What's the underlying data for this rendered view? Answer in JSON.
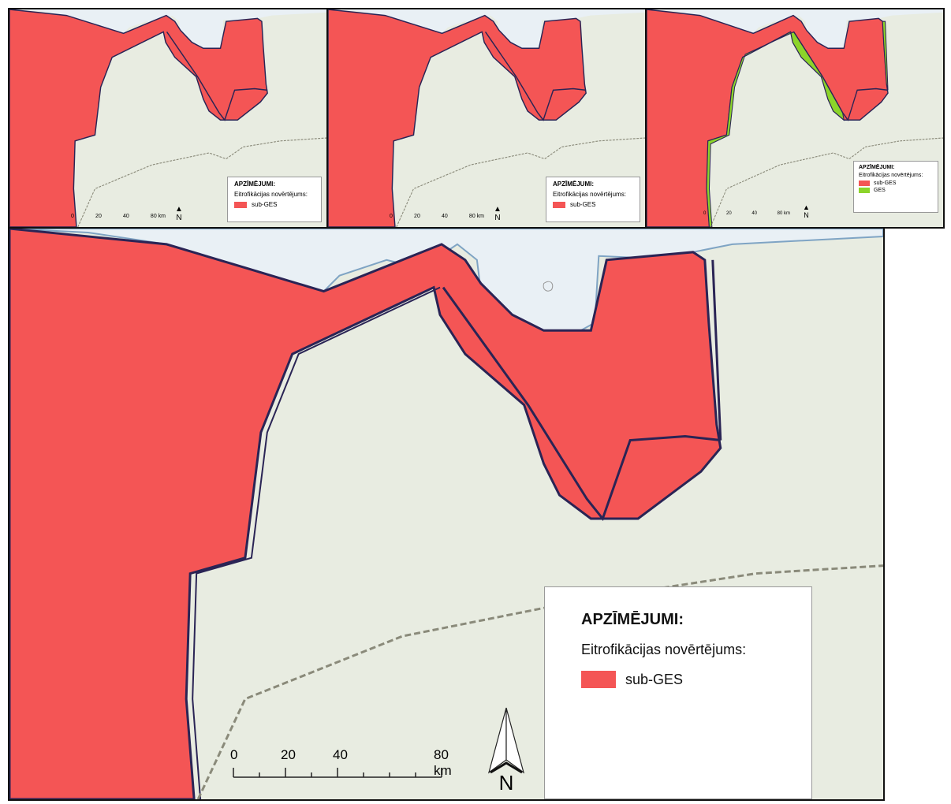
{
  "legend": {
    "title": "APZĪMĒJUMI:",
    "subtitle": "Eitrofikācijas novērtējums:",
    "item_sub_ges": "sub-GES",
    "item_ges": "GES"
  },
  "scale_bar": {
    "labels": [
      "0",
      "20",
      "40",
      "80 km"
    ]
  },
  "north_arrow": {
    "label": "N"
  },
  "colors": {
    "land": "#e8ece1",
    "sea": "#e9f0f5",
    "sub_ges": "#f45555",
    "ges": "#8cd42a",
    "outline": "#2a2455",
    "border_line": "#8a8a7a",
    "coast": "#7fa4c4"
  },
  "panels": [
    {
      "id": "panel-1",
      "legend_items": [
        "sub-GES"
      ]
    },
    {
      "id": "panel-2",
      "legend_items": [
        "sub-GES"
      ]
    },
    {
      "id": "panel-3",
      "legend_items": [
        "sub-GES",
        "GES"
      ]
    },
    {
      "id": "panel-main",
      "legend_items": [
        "sub-GES"
      ]
    }
  ]
}
